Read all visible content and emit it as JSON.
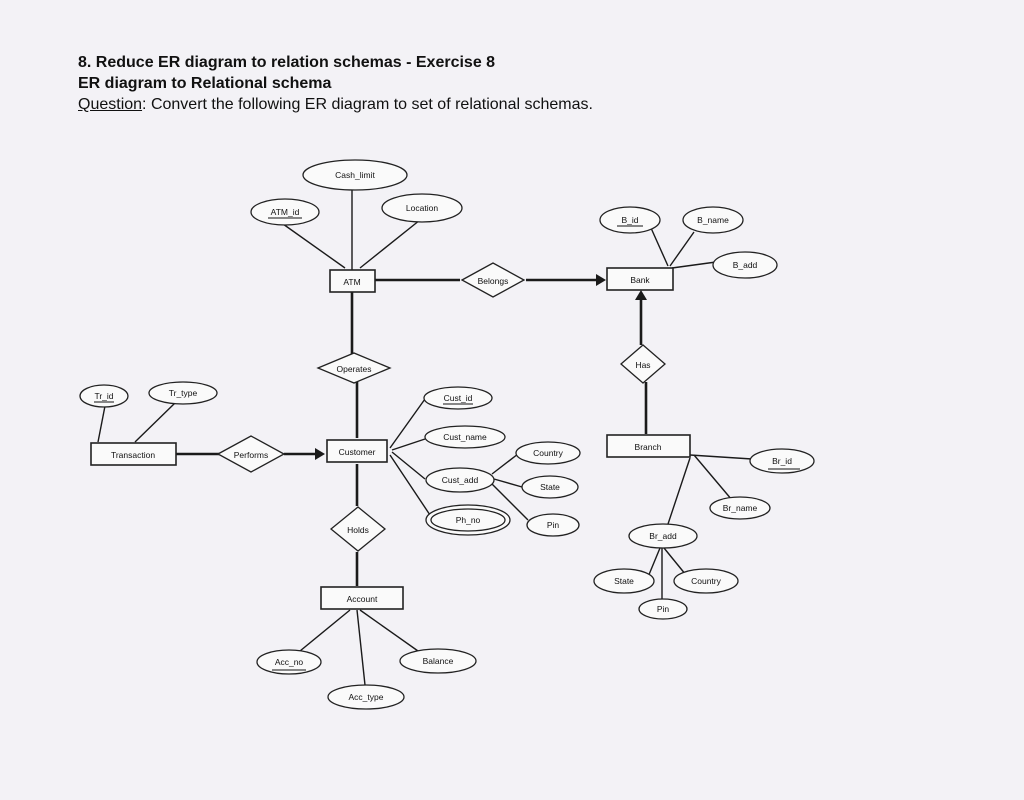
{
  "header": {
    "line1": "8.  Reduce ER diagram to relation schemas - Exercise 8",
    "line2": "ER diagram to Relational schema",
    "question_label": "Question",
    "question_text": ": Convert the following ER diagram to set of relational schemas."
  },
  "diagram": {
    "entities": {
      "atm": "ATM",
      "bank": "Bank",
      "customer": "Customer",
      "transaction": "Transaction",
      "branch": "Branch",
      "account": "Account"
    },
    "relationships": {
      "belongs": "Belongs",
      "operates": "Operates",
      "has": "Has",
      "performs": "Performs",
      "holds": "Holds"
    },
    "attributes": {
      "cash_limit": "Cash_limit",
      "atm_id": "ATM_id",
      "location": "Location",
      "b_id": "B_id",
      "b_name": "B_name",
      "b_add": "B_add",
      "tr_id": "Tr_id",
      "tr_type": "Tr_type",
      "cust_id": "Cust_id",
      "cust_name": "Cust_name",
      "cust_add": "Cust_add",
      "ph_no": "Ph_no",
      "country": "Country",
      "state": "State",
      "pin": "Pin",
      "br_id": "Br_id",
      "br_name": "Br_name",
      "br_add": "Br_add",
      "br_state": "State",
      "br_country": "Country",
      "br_pin": "Pin",
      "acc_no": "Acc_no",
      "balance": "Balance",
      "acc_type": "Acc_type"
    }
  }
}
